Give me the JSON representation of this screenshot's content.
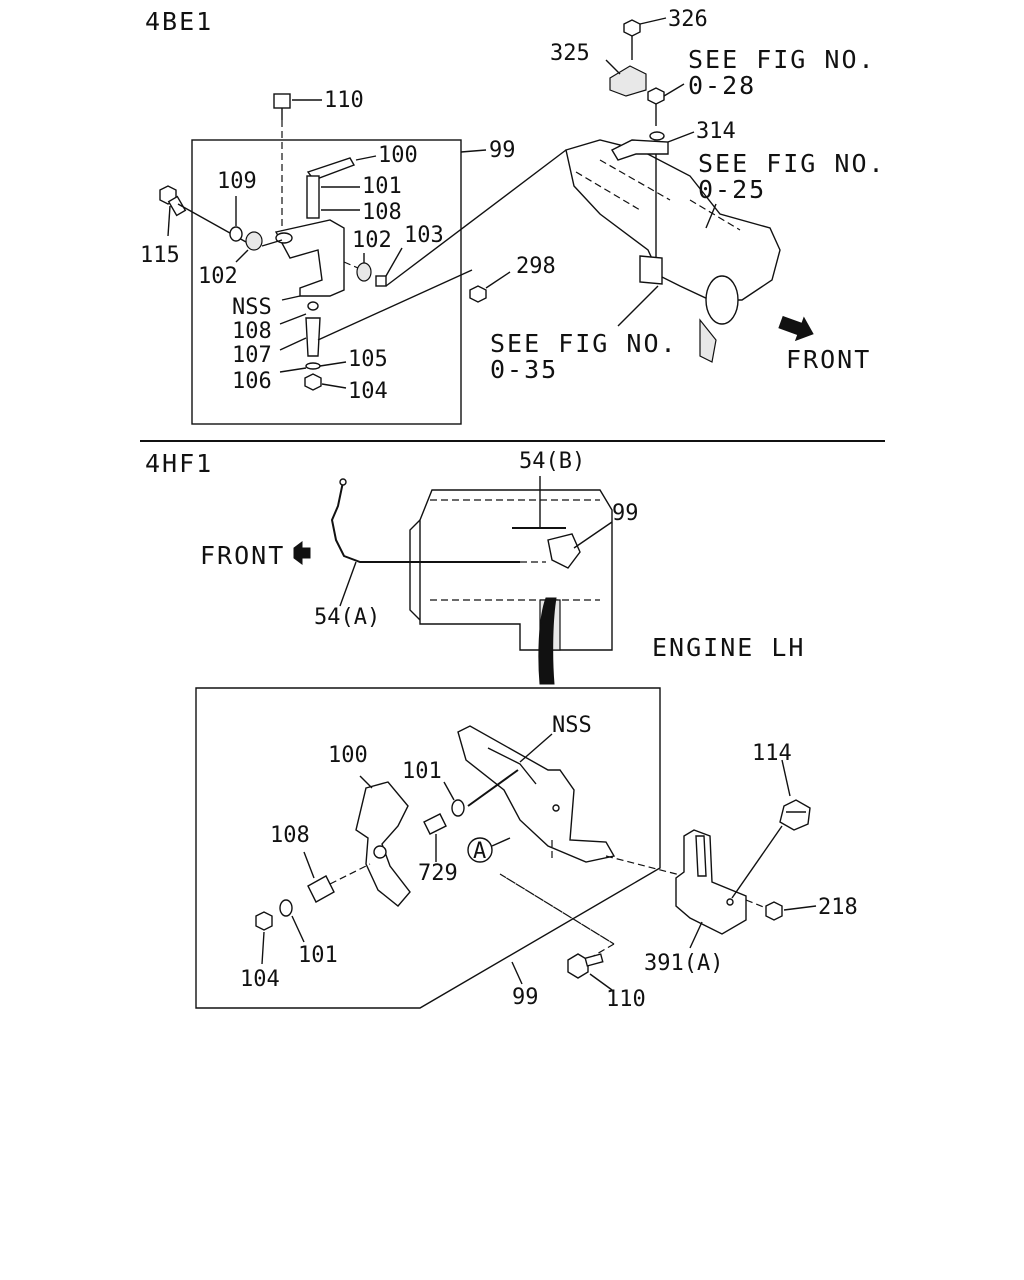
{
  "sections": {
    "top": {
      "title": "4BE1",
      "callouts": [
        "110",
        "100",
        "101",
        "108",
        "99",
        "109",
        "115",
        "102",
        "102",
        "103",
        "NSS",
        "108",
        "107",
        "106",
        "105",
        "104",
        "298",
        "326",
        "325",
        "314"
      ],
      "refs": {
        "fig_028": [
          "SEE FIG NO.",
          "0-28"
        ],
        "fig_025": [
          "SEE FIG NO.",
          "0-25"
        ],
        "fig_035": [
          "SEE FIG NO.",
          "0-35"
        ]
      },
      "front": "FRONT"
    },
    "bottom": {
      "title": "4HF1",
      "front": "FRONT",
      "engine_label": "ENGINE LH",
      "overview_callouts": [
        "54(B)",
        "99",
        "54(A)"
      ],
      "detail_callouts": [
        "NSS",
        "100",
        "101",
        "114",
        "108",
        "729",
        "218",
        "104",
        "101",
        "391(A)",
        "99",
        "110"
      ],
      "circle_ref": "A"
    }
  }
}
